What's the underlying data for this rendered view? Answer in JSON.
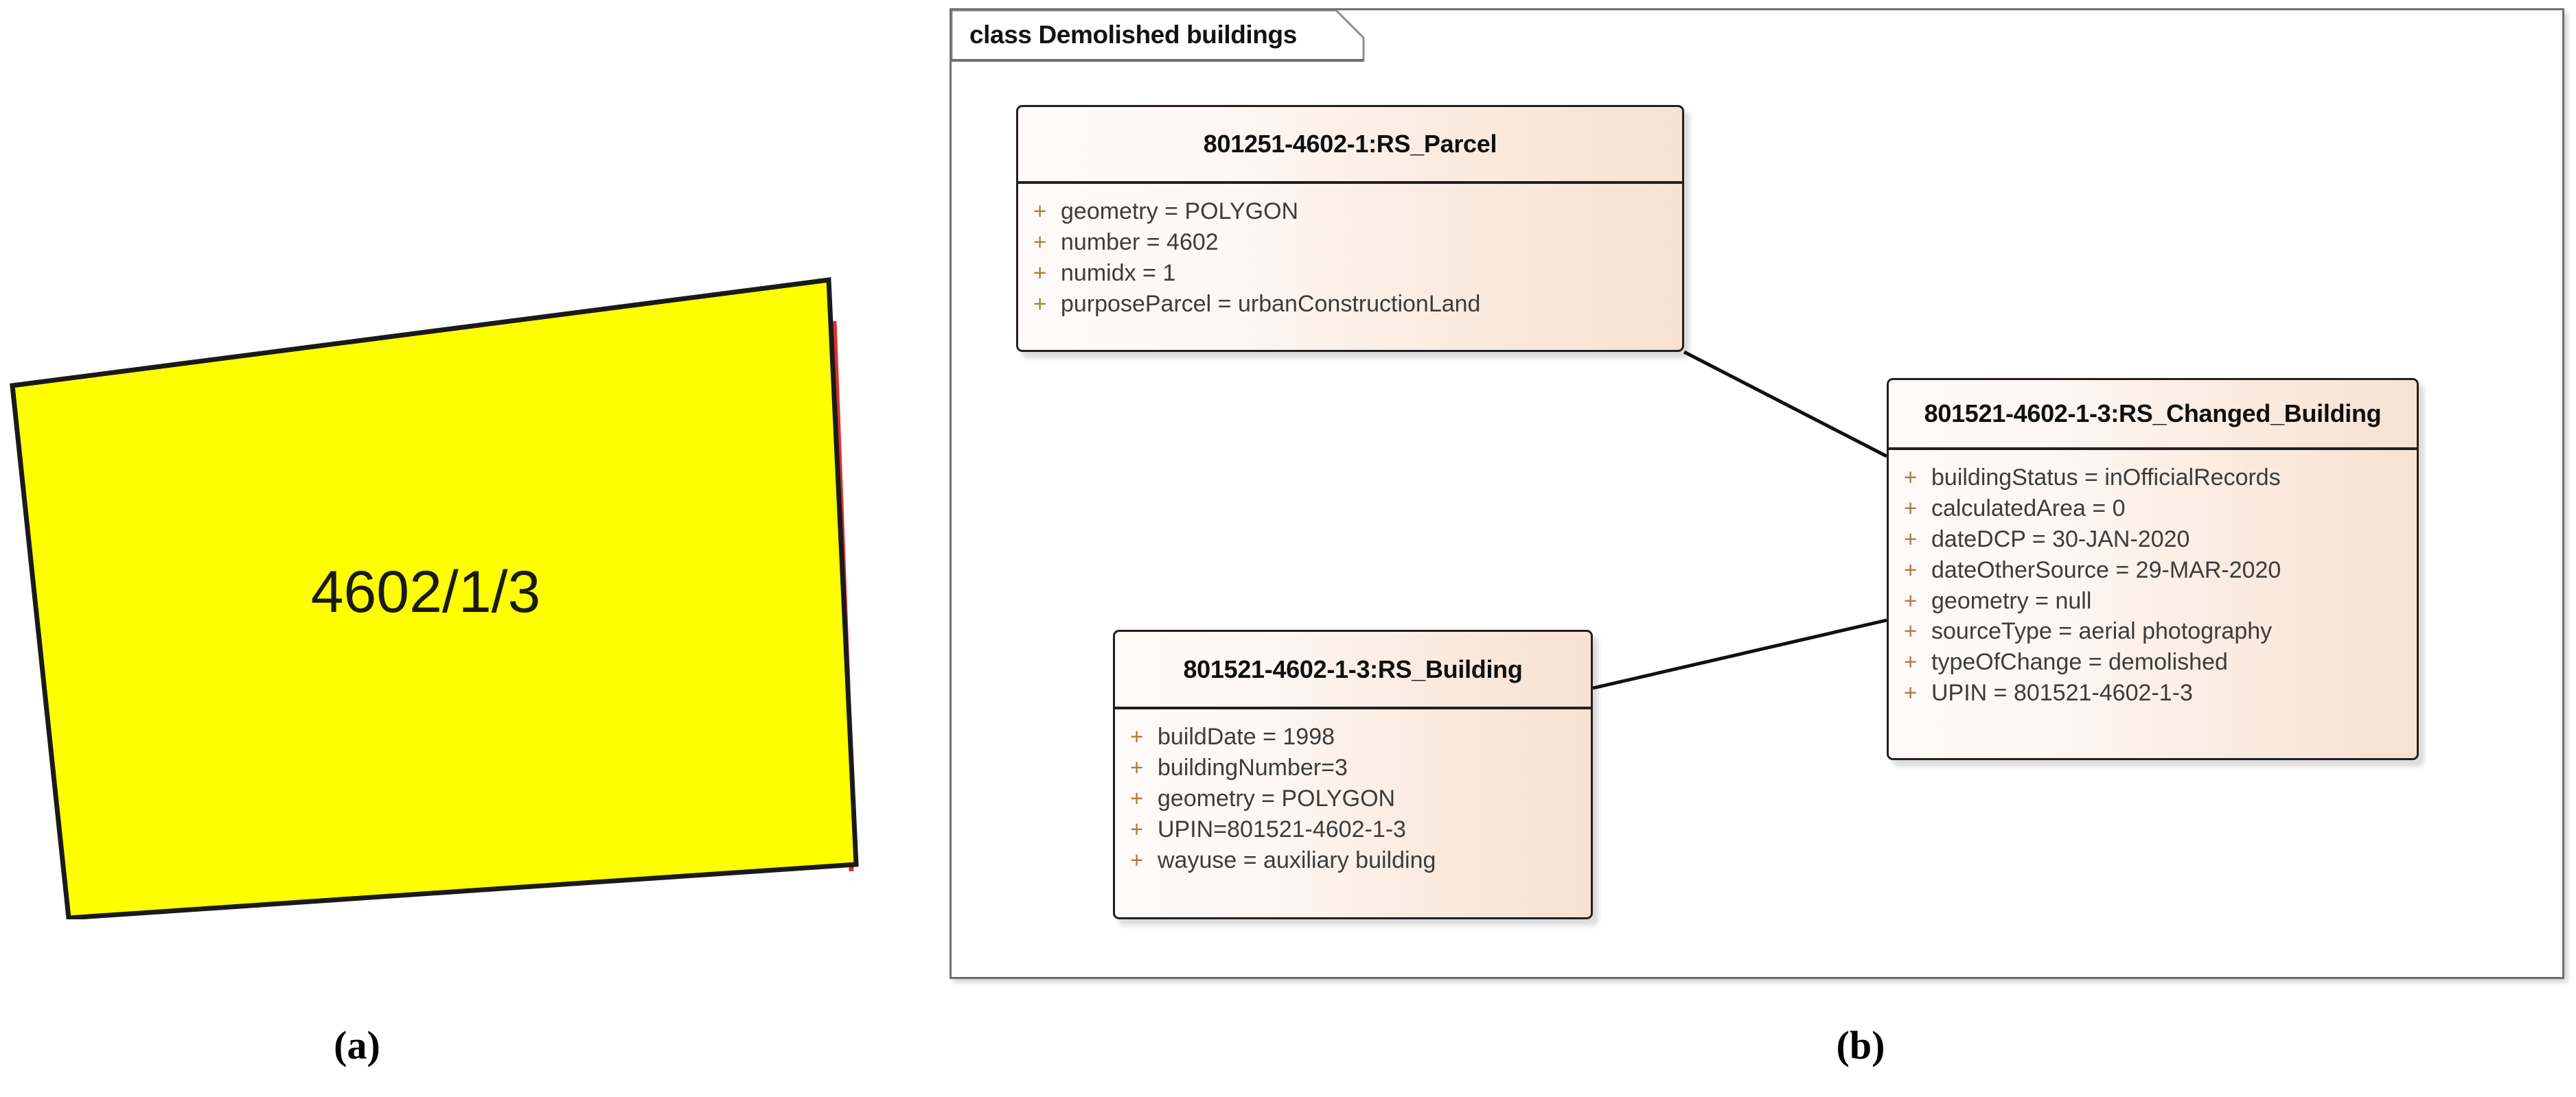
{
  "figure": {
    "panel_a": {
      "caption": "(a)",
      "parcel_label": "4602/1/3",
      "polygon_fill": "#ffff00",
      "polygon_stroke": "#1a1a1a",
      "edge_highlight_color": "#e03030"
    },
    "panel_b": {
      "caption": "(b)",
      "frame_title": "class Demolished buildings",
      "frame_border_color": "#6f6f6f",
      "box_fill_start": "#fdfaf8",
      "box_fill_end": "#f7e2d2",
      "box_border_color": "#231f20",
      "visibility_marker_color": "#b07a4b",
      "connector_color": "#111111",
      "boxes": [
        {
          "id": "rs-parcel",
          "title": "801251-4602-1:RS_Parcel",
          "attributes": [
            {
              "visibility": "+",
              "text": "geometry = POLYGON"
            },
            {
              "visibility": "+",
              "text": "number = 4602"
            },
            {
              "visibility": "+",
              "text": "numidx = 1"
            },
            {
              "visibility": "+",
              "text": "purposeParcel = urbanConstructionLand"
            }
          ]
        },
        {
          "id": "rs-changed-building",
          "title": "801521-4602-1-3:RS_Changed_Building",
          "attributes": [
            {
              "visibility": "+",
              "text": "buildingStatus = inOfficialRecords"
            },
            {
              "visibility": "+",
              "text": "calculatedArea = 0"
            },
            {
              "visibility": "+",
              "text": "dateDCP = 30-JAN-2020"
            },
            {
              "visibility": "+",
              "text": "dateOtherSource = 29-MAR-2020"
            },
            {
              "visibility": "+",
              "text": "geometry = null"
            },
            {
              "visibility": "+",
              "text": "sourceType = aerial photography"
            },
            {
              "visibility": "+",
              "text": "typeOfChange = demolished"
            },
            {
              "visibility": "+",
              "text": "UPIN = 801521-4602-1-3"
            }
          ]
        },
        {
          "id": "rs-building",
          "title": "801521-4602-1-3:RS_Building",
          "attributes": [
            {
              "visibility": "+",
              "text": "buildDate = 1998"
            },
            {
              "visibility": "+",
              "text": "buildingNumber=3"
            },
            {
              "visibility": "+",
              "text": "geometry = POLYGON"
            },
            {
              "visibility": "+",
              "text": "UPIN=801521-4602-1-3"
            },
            {
              "visibility": "+",
              "text": "wayuse = auxiliary building"
            }
          ]
        }
      ],
      "connectors": [
        {
          "from": "rs-parcel",
          "to": "rs-changed-building"
        },
        {
          "from": "rs-building",
          "to": "rs-changed-building"
        }
      ]
    }
  }
}
